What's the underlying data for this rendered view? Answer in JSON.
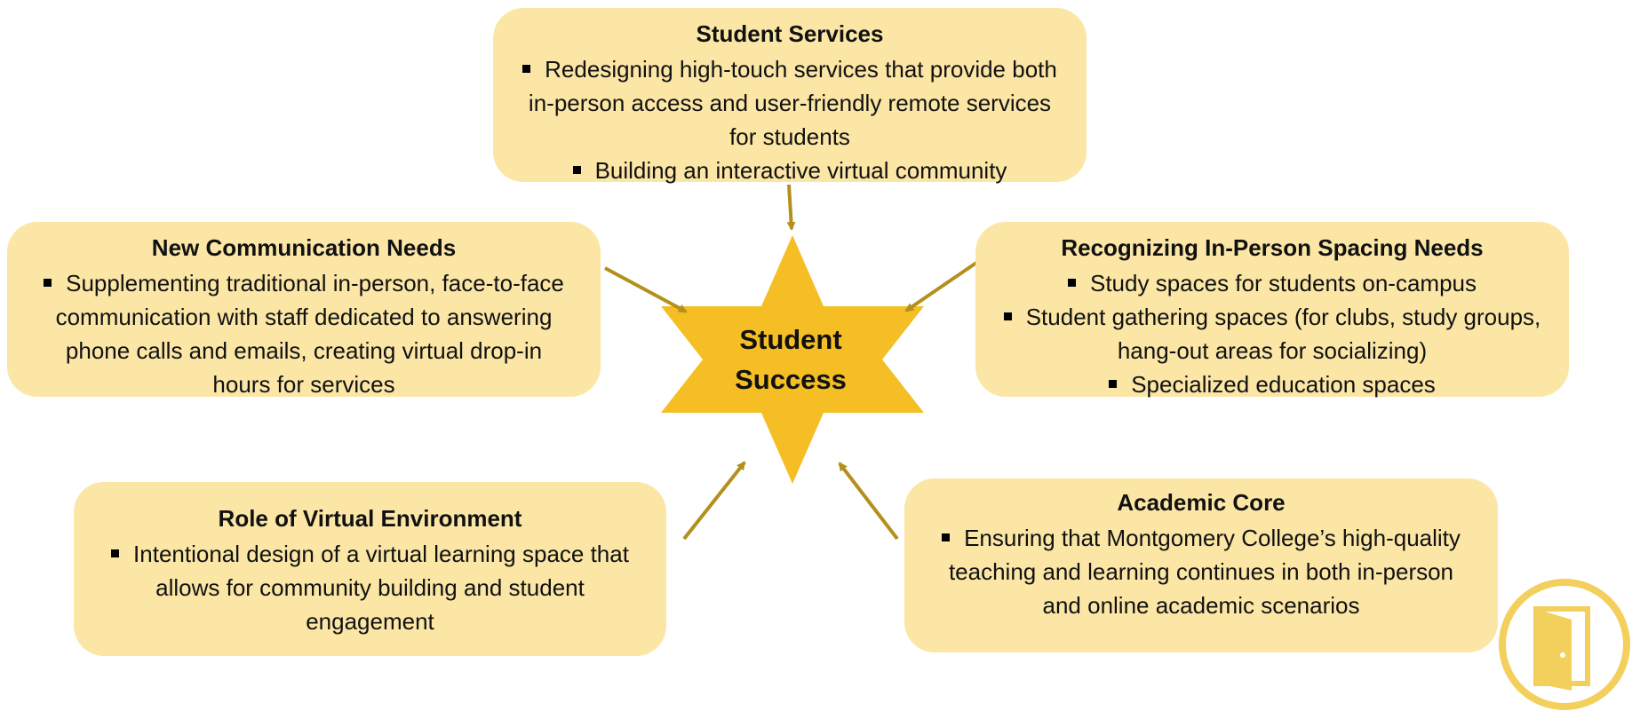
{
  "center": {
    "line1": "Student",
    "line2": "Success"
  },
  "colors": {
    "box_fill": "#fbe6a6",
    "star_fill": "#f5be25",
    "arrow": "#b3901c",
    "logo": "#f3cf5c"
  },
  "boxes": {
    "student_services": {
      "title": "Student Services",
      "bullets": [
        "Redesigning high-touch services that provide both in-person access and user-friendly remote services for students",
        "Building an interactive virtual community"
      ]
    },
    "new_communication": {
      "title": "New Communication Needs",
      "bullets": [
        "Supplementing traditional in-person, face-to-face communication with staff dedicated to answering phone calls and emails, creating virtual drop-in hours for services"
      ]
    },
    "in_person_spacing": {
      "title": "Recognizing In-Person Spacing Needs",
      "bullets": [
        "Study spaces for students on-campus",
        "Student gathering spaces (for clubs, study groups, hang-out areas for socializing)",
        "Specialized education spaces"
      ]
    },
    "virtual_environment": {
      "title": "Role of Virtual Environment",
      "bullets": [
        "Intentional design of a virtual learning space that allows for community building and student engagement"
      ]
    },
    "academic_core": {
      "title": "Academic Core",
      "bullets": [
        "Ensuring that Montgomery College’s high-quality teaching and learning continues in both in-person and online academic scenarios"
      ]
    }
  },
  "logo": {
    "icon": "door-icon"
  }
}
